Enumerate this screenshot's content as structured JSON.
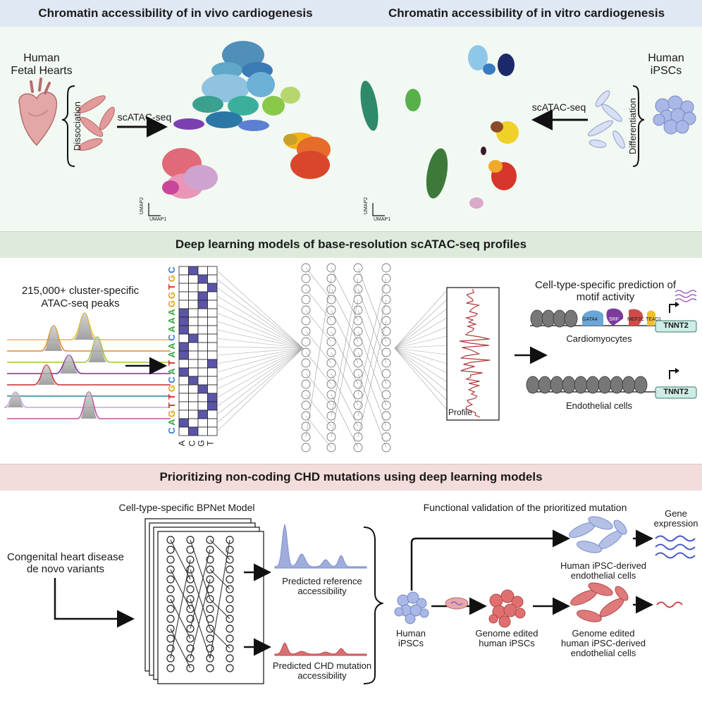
{
  "section1": {
    "title_left": "Chromatin accessibility of in vivo cardiogenesis",
    "title_right": "Chromatin accessibility of in vitro cardiogenesis",
    "left_source_line1": "Human",
    "left_source_line2": "Fetal Hearts",
    "left_step": "Dissociation",
    "left_assay": "scATAC-seq",
    "right_source_line1": "Human",
    "right_source_line2": "iPSCs",
    "right_step": "Differentiation",
    "right_assay": "scATAC-seq",
    "umap_axis_y": "UMAP2",
    "umap_axis_x": "UMAP1"
  },
  "section2": {
    "title": "Deep learning models of base-resolution scATAC-seq profiles",
    "peaks_line1": "215,000+ cluster-specific",
    "peaks_line2": "ATAC-seq peaks",
    "sequence": "CAGTTGCATAACAAAGGTGC",
    "onehot_letters": [
      "A",
      "C",
      "G",
      "T"
    ],
    "profile_label": "Profile",
    "prediction_title_line1": "Cell-type-specific prediction of",
    "prediction_title_line2": "motif activity",
    "motifs": [
      "GATA4",
      "SRF",
      "MEF2C",
      "TEAD1"
    ],
    "gene": "TNNT2",
    "cell_type_1": "Cardiomyocytes",
    "cell_type_2": "Endothelial cells"
  },
  "section3": {
    "title": "Prioritizing non-coding CHD mutations using deep learning models",
    "model_title": "Cell-type-specific BPNet Model",
    "input_line1": "Congenital heart disease",
    "input_line2": "de novo variants",
    "ref_line1": "Predicted reference",
    "ref_line2": "accessibility",
    "mut_line1": "Predicted CHD mutation",
    "mut_line2": "accessibility",
    "validation_title": "Functional validation of the prioritized mutation",
    "ipsc_line1": "Human",
    "ipsc_line2": "iPSCs",
    "edited_line1": "Genome edited",
    "edited_line2": "human iPSCs",
    "endo_line1": "Human iPSC-derived",
    "endo_line2": "endothelial cells",
    "edited_endo_line1": "Genome edited",
    "edited_endo_line2": "human iPSC-derived",
    "edited_endo_line3": "endothelial cells",
    "gene_expr_line1": "Gene",
    "gene_expr_line2": "expression"
  },
  "colors": {
    "band1": "#dfe8f3",
    "band2": "#dcebdc",
    "band3": "#f3dcdc",
    "onehot_fill": "#5b55a8",
    "profile": "#b23a3a",
    "ref_track": "#8f9fd6",
    "mut_track": "#d0575a"
  }
}
